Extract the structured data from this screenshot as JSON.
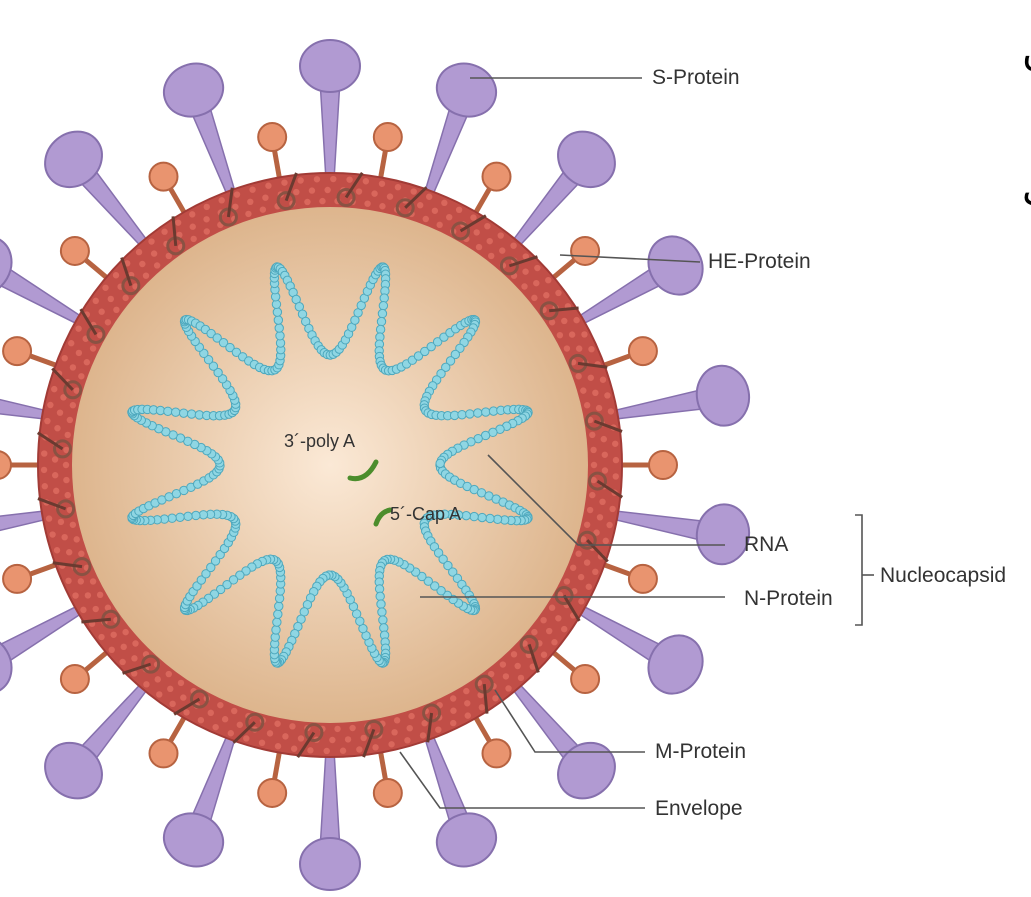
{
  "overlay_text": [
    "و این",
    "ار می"
  ],
  "labels": {
    "s_protein": "S-Protein",
    "he_protein": "HE-Protein",
    "rna": "RNA",
    "n_protein": "N-Protein",
    "nucleocapsid": "Nucleocapsid",
    "m_protein": "M-Protein",
    "envelope": "Envelope",
    "poly_a": "3´-poly A",
    "cap": "5´-Cap A"
  },
  "colors": {
    "s_spike": "#b19ad2",
    "s_spike_edge": "#8670ad",
    "he_bulb": "#e9946f",
    "he_edge": "#b76341",
    "m_knob": "#8a5243",
    "membrane": "#c14e47",
    "interior_center": "#fbe9d6",
    "interior_edge": "#ddb58d",
    "rna_strand": "#8fd6e3",
    "rna_edge": "#4ea8bd",
    "rna_ends": "#4c8d2c",
    "leader_line": "#555555"
  }
}
